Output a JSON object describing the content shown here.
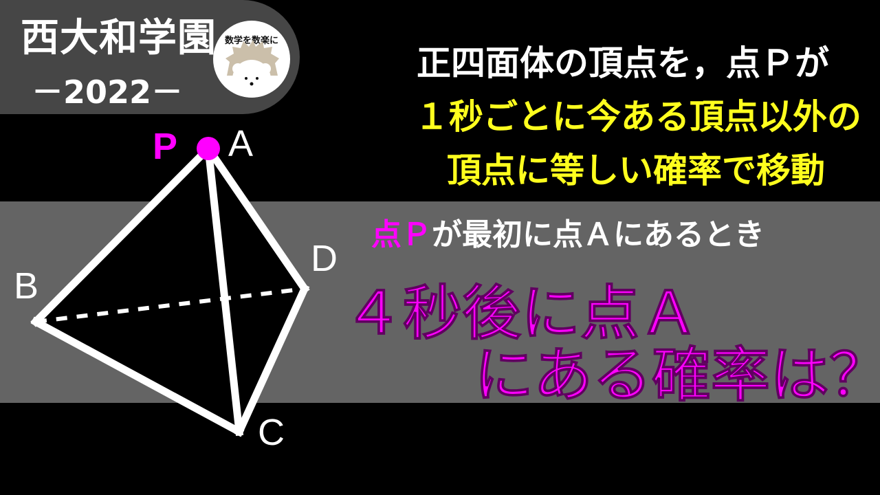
{
  "header": {
    "school": "西大和学園",
    "year": "－2022－",
    "logo_text": "数学を数楽に"
  },
  "problem": {
    "line1": "正四面体の頂点を，点Ｐが",
    "line2": "１秒ごとに今ある頂点以外の",
    "line3": "頂点に等しい確率で移動",
    "condition_highlight": "点Ｐ",
    "condition_rest": "が最初に点Ａにあるとき",
    "question_line1": "４秒後に点Ａ",
    "question_line2": "にある確率は？"
  },
  "figure": {
    "labels": {
      "P": "P",
      "A": "A",
      "B": "B",
      "C": "C",
      "D": "D"
    },
    "colors": {
      "edge": "#ffffff",
      "point": "#ff00ff",
      "band": "#646464",
      "pill": "#464646"
    }
  }
}
